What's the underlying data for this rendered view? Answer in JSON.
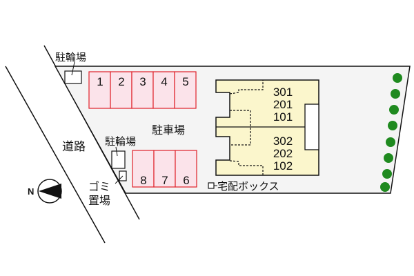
{
  "colors": {
    "lot_fill": "#f4f4f4",
    "parking_fill": "#fbe3ea",
    "parking_stroke": "#e0202a",
    "building_fill": "#fbf6cc",
    "tree": "#1f8a1f",
    "line": "#111111"
  },
  "labels": {
    "bicycle_parking_top": "駐輪場",
    "bicycle_parking_mid": "駐輪場",
    "car_parking": "駐車場",
    "road": "道路",
    "garbage_line1": "ゴミ",
    "garbage_line2": "置場",
    "delivery_box": "宅配ボックス",
    "compass_north": "N"
  },
  "parking": {
    "top_row": [
      "1",
      "2",
      "3",
      "4",
      "5"
    ],
    "bottom_row": [
      "8",
      "7",
      "6"
    ]
  },
  "building": {
    "upper_units": [
      "301",
      "201",
      "101"
    ],
    "lower_units": [
      "302",
      "202",
      "102"
    ]
  },
  "trees": {
    "count": 8
  }
}
